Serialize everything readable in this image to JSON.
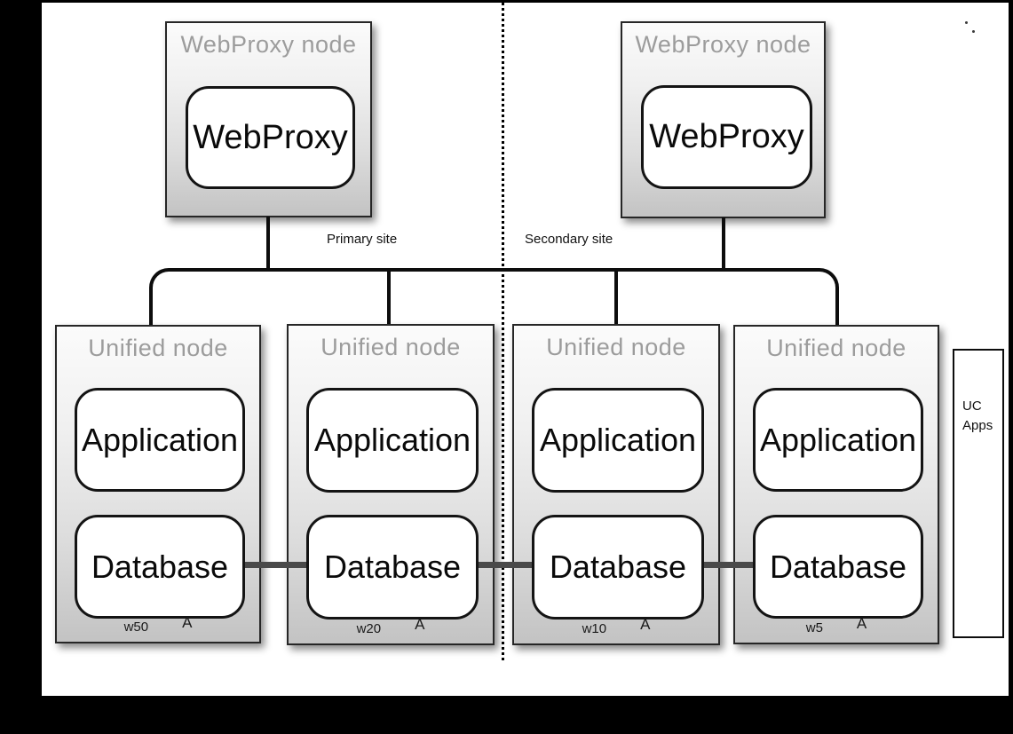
{
  "sites": {
    "primary_label": "Primary site",
    "secondary_label": "Secondary site"
  },
  "webproxy_nodes": [
    {
      "title": "WebProxy node",
      "component": "WebProxy"
    },
    {
      "title": "WebProxy node",
      "component": "WebProxy"
    }
  ],
  "unified_nodes": [
    {
      "title": "Unified node",
      "application": "Application",
      "database": "Database",
      "weight": "w50",
      "marker": "A"
    },
    {
      "title": "Unified node",
      "application": "Application",
      "database": "Database",
      "weight": "w20",
      "marker": "A"
    },
    {
      "title": "Unified node",
      "application": "Application",
      "database": "Database",
      "weight": "w10",
      "marker": "A"
    },
    {
      "title": "Unified node",
      "application": "Application",
      "database": "Database",
      "weight": "w5",
      "marker": "A"
    }
  ],
  "uc_apps": {
    "line1": "UC",
    "line2": "Apps"
  },
  "colors": {
    "frame": "#000000",
    "node_border": "#262626",
    "node_gradient_top": "#fbfbfb",
    "node_gradient_bottom": "#c3c3c3",
    "title_gray": "#9c9c9c",
    "connector_black": "#0d0d0d",
    "db_link_gray": "#4a4a4a"
  }
}
